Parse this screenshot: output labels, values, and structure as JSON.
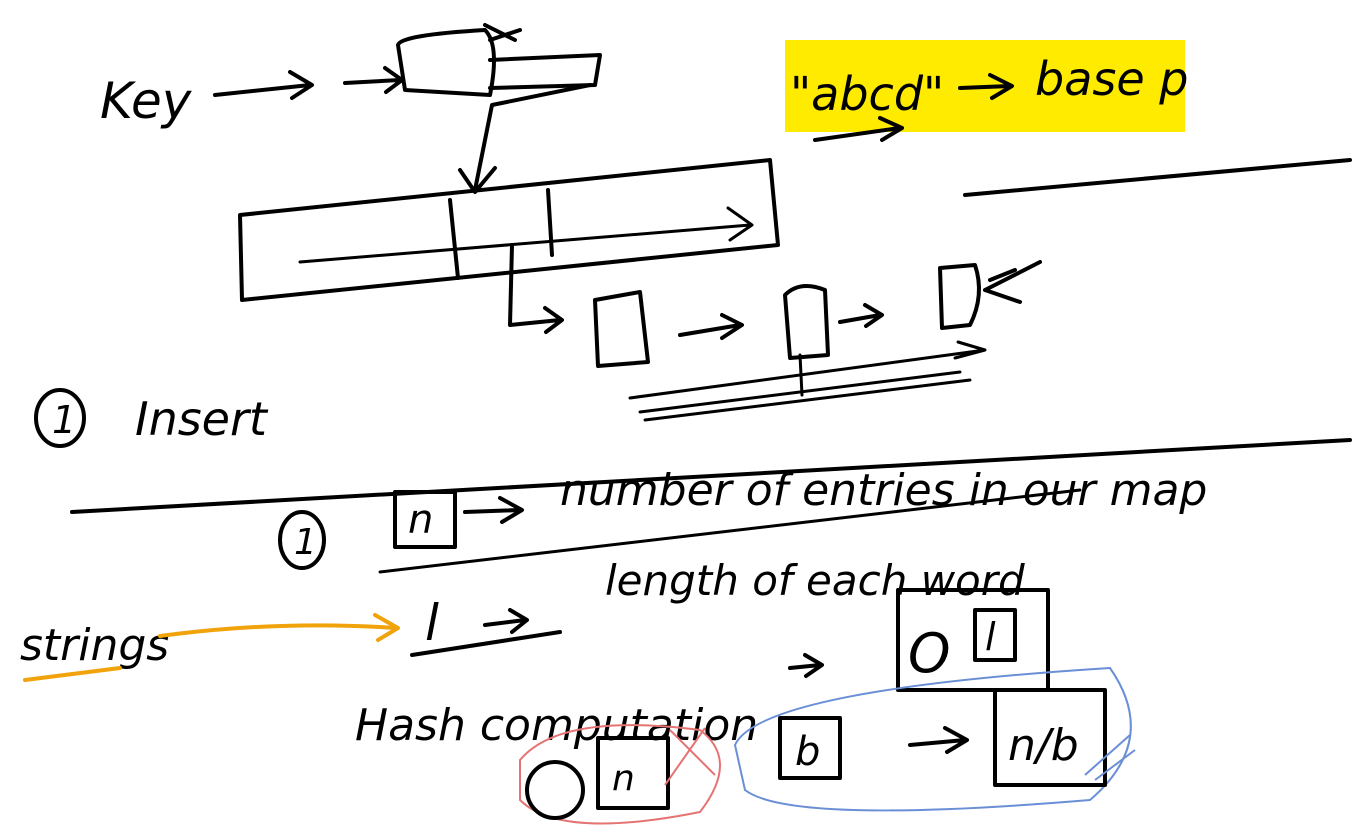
{
  "notes": {
    "key_label": "Key",
    "abcd_label": "\"abcd\"",
    "abcd_target": "base p",
    "insert_number": "1",
    "insert_label": "Insert",
    "item1_number": "1",
    "n_symbol": "n",
    "n_desc": "number of entries in our map",
    "l_symbol": "l",
    "l_desc": "length of each word",
    "strings_label": "strings",
    "hash_label": "Hash computation",
    "hash_complexity_o": "O",
    "hash_complexity_l": "l",
    "o_symbol": "O",
    "n_box_symbol": "n",
    "b_symbol": "b",
    "n_over_b": "n/b"
  },
  "colors": {
    "ink": "#000000",
    "highlight": "#ffeb00",
    "orange": "#f0a30a",
    "red_circle": "#e57373",
    "blue_circle": "#6a8fd6"
  }
}
